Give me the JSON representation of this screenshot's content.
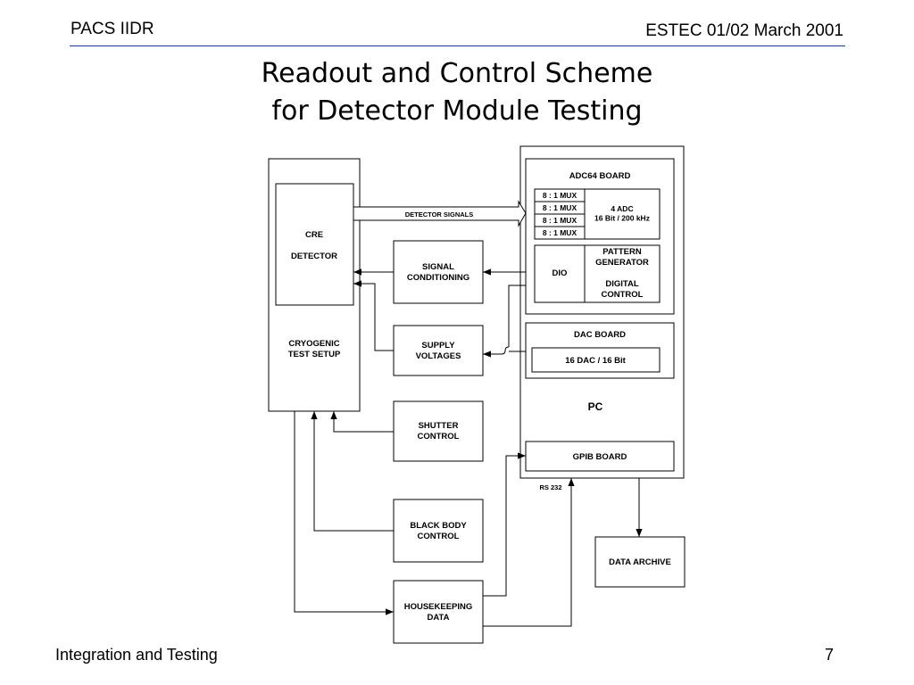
{
  "header": {
    "left": "PACS IIDR",
    "right": "ESTEC 01/02 March 2001"
  },
  "title": {
    "line1": "Readout and Control Scheme",
    "line2": "for Detector Module Testing"
  },
  "footer": {
    "left": "Integration and Testing",
    "page_number": "7"
  },
  "diagram": {
    "cryogenic_test_setup": "CRYOGENIC\nTEST SETUP",
    "cre": "CRE",
    "detector": "DETECTOR",
    "detector_signals": "DETECTOR SIGNALS",
    "signal_conditioning": "SIGNAL\nCONDITIONING",
    "supply_voltages": "SUPPLY\nVOLTAGES",
    "shutter_control": "SHUTTER\nCONTROL",
    "black_body_control": "BLACK BODY\nCONTROL",
    "housekeeping_data": "HOUSEKEEPING\nDATA",
    "adc64_board": "ADC64 BOARD",
    "mux_labels": [
      "8 : 1 MUX",
      "8 : 1 MUX",
      "8 : 1 MUX",
      "8 : 1 MUX"
    ],
    "adc": "4 ADC\n16 Bit / 200 kHz",
    "dio": "DIO",
    "pattern_generator": "PATTERN\nGENERATOR",
    "digital_control": "DIGITAL\nCONTROL",
    "dac_board": "DAC BOARD",
    "dac": "16 DAC / 16 Bit",
    "pc": "PC",
    "gpib_board": "GPIB BOARD",
    "rs232": "RS 232",
    "data_archive": "DATA ARCHIVE"
  }
}
